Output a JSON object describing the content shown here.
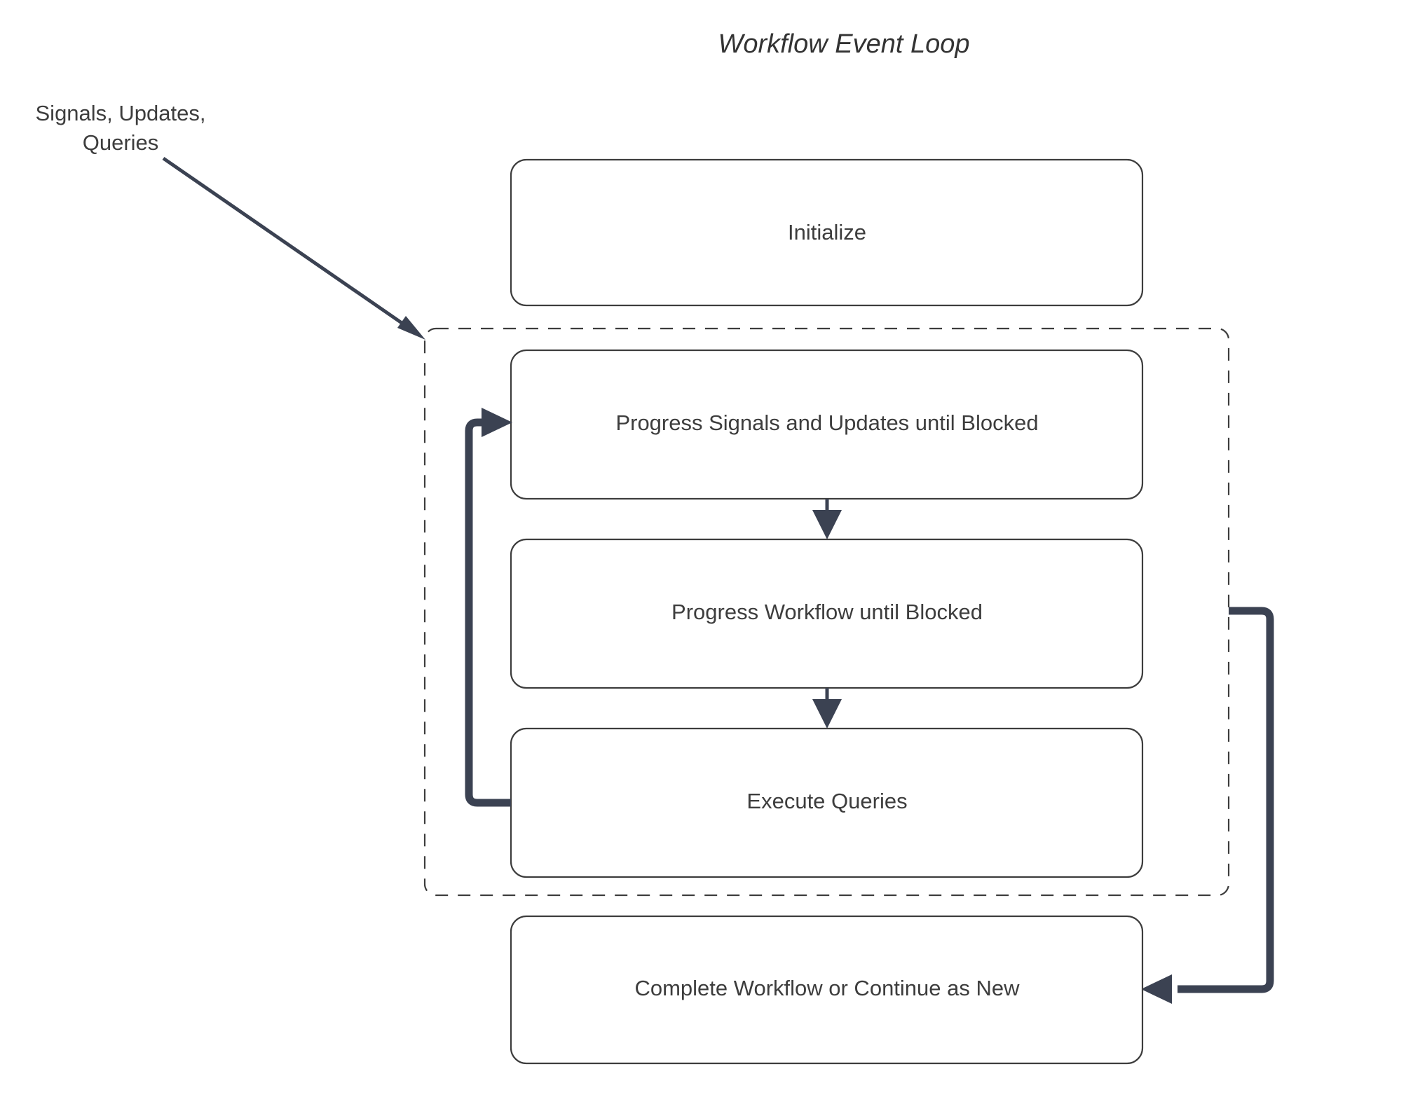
{
  "diagram": {
    "title": "Workflow Event Loop",
    "background_color": "#ffffff",
    "stroke_color": "#3d3d3d",
    "edge_color": "#3b4252",
    "text_color": "#3d3d3d",
    "nodes": [
      {
        "id": "initialize",
        "label": "Initialize"
      },
      {
        "id": "progress-signals",
        "label": "Progress Signals and Updates until Blocked"
      },
      {
        "id": "progress-workflow",
        "label": "Progress Workflow until Blocked"
      },
      {
        "id": "execute-queries",
        "label": "Execute Queries"
      },
      {
        "id": "complete-workflow",
        "label": "Complete Workflow or Continue as New"
      }
    ],
    "group": {
      "id": "event-loop-group",
      "style": "dashed",
      "label": ""
    },
    "edge_labels": [
      {
        "id": "external-input",
        "line1": "Signals, Updates,",
        "line2": "Queries"
      }
    ]
  }
}
